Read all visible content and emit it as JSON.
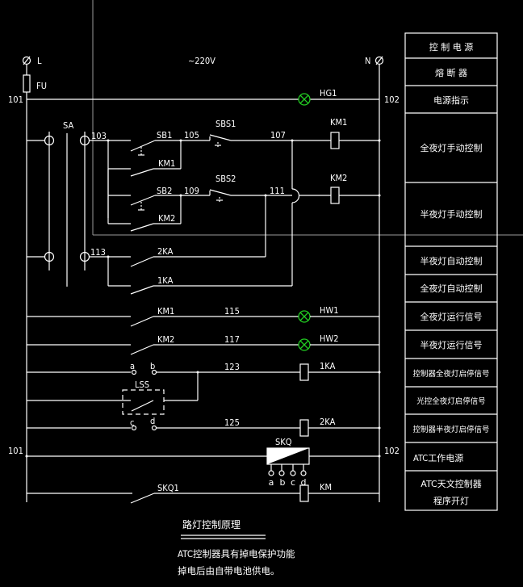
{
  "diagram": {
    "title": "路灯控制原理",
    "note_line1": "ATC控制器具有掉电保护功能",
    "note_line2": "掉电后由自带电池供电。",
    "supply": {
      "line_label": "L",
      "neutral_label": "N",
      "voltage": "~220V",
      "fuse_label": "FU",
      "left_node": "101",
      "right_node": "102"
    },
    "components": {
      "pilot_lamp": "HG1",
      "selector_switch": "SA",
      "sb1": "SB1",
      "sb2": "SB2",
      "sbs1": "SBS1",
      "sbs2": "SBS2",
      "km1": "KM1",
      "km2": "KM2",
      "ka1": "1KA",
      "ka2": "2KA",
      "hw1": "HW1",
      "hw2": "HW2",
      "lss": "LSS",
      "skq": "SKQ",
      "skq1": "SKQ1",
      "km": "KM"
    },
    "nodes": {
      "n103": "103",
      "n105": "105",
      "n107": "107",
      "n109": "109",
      "n111": "111",
      "n113": "113",
      "n115": "115",
      "n117": "117",
      "n123": "123",
      "n125": "125"
    },
    "terminals": {
      "a": "a",
      "b": "b",
      "c": "c",
      "d": "d"
    },
    "lss_terminals": {
      "a": "a",
      "b": "b",
      "c": "c",
      "d": "d"
    }
  },
  "legend_table": {
    "rows": [
      "控 制 电 源",
      "熔  断  器",
      "电源指示",
      "全夜灯手动控制",
      "半夜灯手动控制",
      "半夜灯自动控制",
      "全夜灯自动控制",
      "全夜灯运行信号",
      "半夜灯运行信号",
      "控制器全夜灯启停信号",
      "光控全夜灯启停信号",
      "控制器半夜灯启停信号",
      "ATC工作电源",
      "ATC天文控制器",
      "程序开灯"
    ]
  }
}
